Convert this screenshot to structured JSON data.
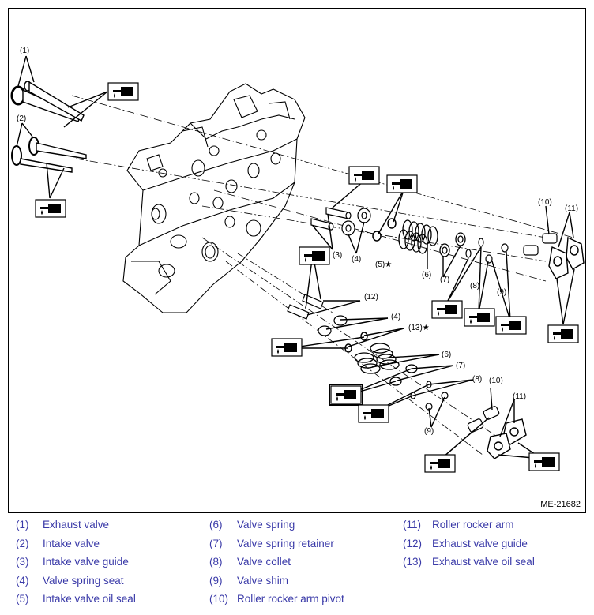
{
  "figure": {
    "code": "ME-21682"
  },
  "callouts": {
    "c1": "(1)",
    "c2": "(2)",
    "c3a": "(3)",
    "c4a": "(4)",
    "c5": "(5)★",
    "c6a": "(6)",
    "c7a": "(7)",
    "c8a": "(8)",
    "c9a": "(9)",
    "c10a": "(10)",
    "c11a": "(11)",
    "c12": "(12)",
    "c4b": "(4)",
    "c13": "(13)★",
    "c6b": "(6)",
    "c7b": "(7)",
    "c8b": "(8)",
    "c10b": "(10)",
    "c11b": "(11)",
    "c9b": "(9)"
  },
  "legend": [
    {
      "num": "(1)",
      "name": "Exhaust valve"
    },
    {
      "num": "(2)",
      "name": "Intake valve"
    },
    {
      "num": "(3)",
      "name": "Intake valve guide"
    },
    {
      "num": "(4)",
      "name": "Valve spring seat"
    },
    {
      "num": "(5)",
      "name": "Intake valve oil seal"
    },
    {
      "num": "(6)",
      "name": "Valve spring"
    },
    {
      "num": "(7)",
      "name": "Valve spring retainer"
    },
    {
      "num": "(8)",
      "name": "Valve collet"
    },
    {
      "num": "(9)",
      "name": "Valve shim"
    },
    {
      "num": "(10)",
      "name": "Roller rocker arm pivot"
    },
    {
      "num": "(11)",
      "name": "Roller rocker arm"
    },
    {
      "num": "(12)",
      "name": "Exhaust valve guide"
    },
    {
      "num": "(13)",
      "name": "Exhaust valve oil seal"
    }
  ]
}
